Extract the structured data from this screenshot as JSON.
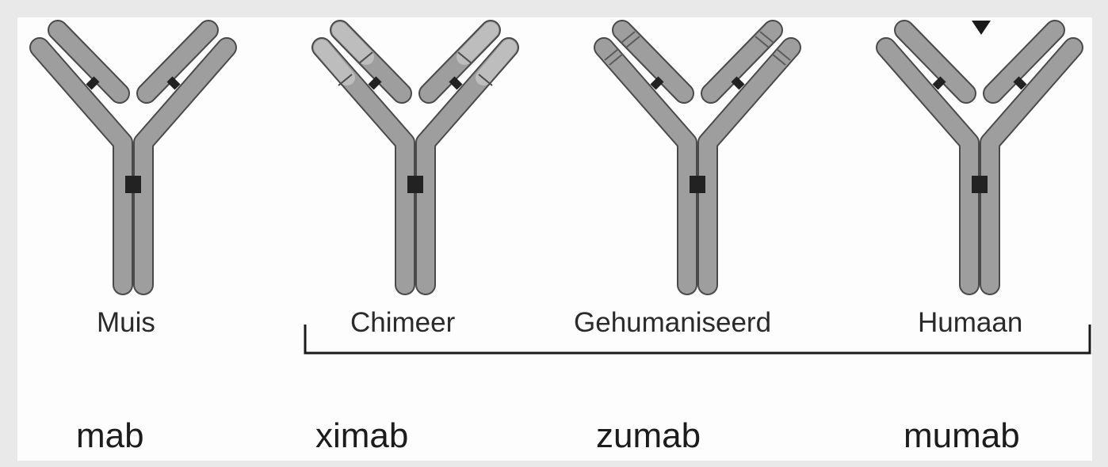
{
  "antibodies": [
    {
      "type_label": "Muis",
      "suffix": "mab",
      "shading": "none"
    },
    {
      "type_label": "Chimeer",
      "suffix": "ximab",
      "shading": "variable-domains"
    },
    {
      "type_label": "Gehumaniseerd",
      "suffix": "zumab",
      "shading": "cdr-stripes"
    },
    {
      "type_label": "Humaan",
      "suffix": "mumab",
      "shading": "none"
    }
  ],
  "bracket_groups": [
    "Chimeer",
    "Gehumaniseerd",
    "Humaan"
  ],
  "colors": {
    "chain_fill": "#9e9e9e",
    "chain_stroke": "#4a4a4a",
    "variable_fill": "#bdbdbd",
    "disulfide_bond": "#222222",
    "text": "#2a2a2a"
  },
  "marker": {
    "shape": "triangle-down",
    "target": "Humaan"
  }
}
